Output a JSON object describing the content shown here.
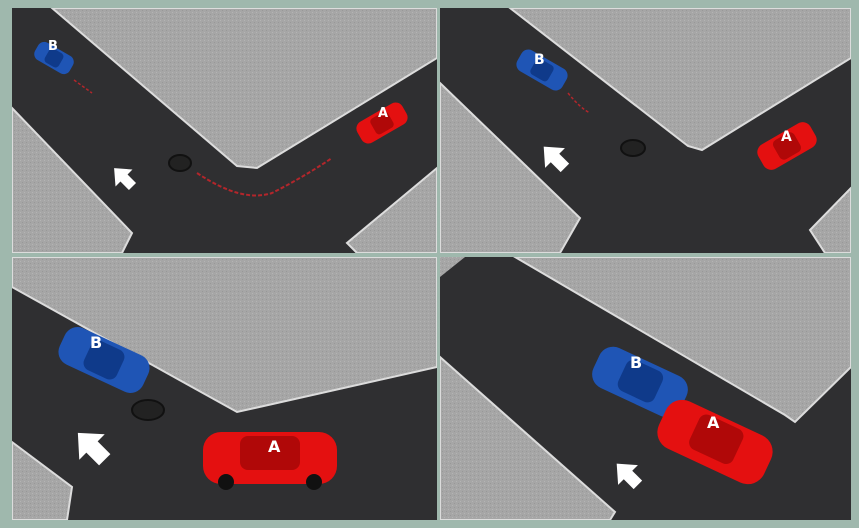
{
  "colors": {
    "border": "#9fb8ad",
    "road": "#2f2f31",
    "sidewalk": "#a8a8a8",
    "curb": "#d9d9d9",
    "car_a": "#e41010",
    "car_b": "#1f55b5",
    "skid": "#b3262b",
    "arrow": "#ffffff"
  },
  "panels": [
    {
      "name": "step-1",
      "car_a_label": "A",
      "car_b_label": "B"
    },
    {
      "name": "step-2",
      "car_a_label": "A",
      "car_b_label": "B"
    },
    {
      "name": "step-3",
      "car_a_label": "A",
      "car_b_label": "B"
    },
    {
      "name": "step-4",
      "car_a_label": "A",
      "car_b_label": "B"
    }
  ],
  "icons": {
    "direction": "arrow-icon",
    "manhole": "manhole-icon"
  }
}
